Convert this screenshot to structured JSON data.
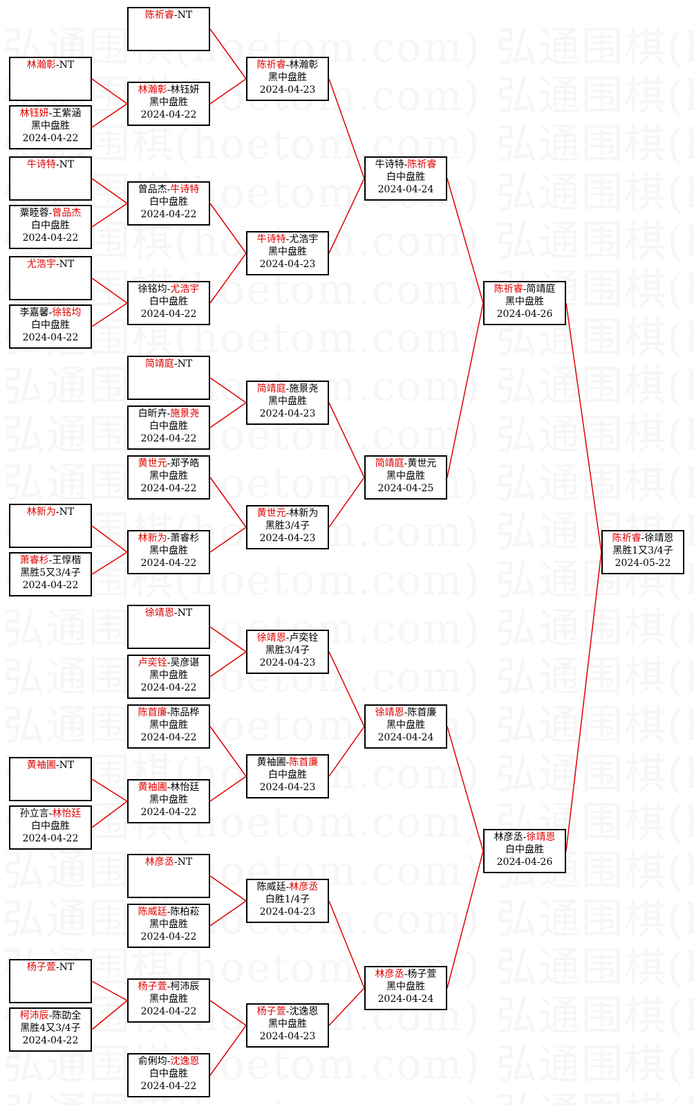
{
  "watermark": "弘通围棋(hoetom.com) 弘通围棋(hoetom.com)",
  "colors": {
    "winner": "#e00000",
    "line": "#e00000",
    "border": "#000000"
  },
  "rounds": [
    [
      {
        "id": "r1_1",
        "winner": "林瀚彰",
        "loser": "NT",
        "winner_first": true,
        "result": "",
        "date": ""
      },
      {
        "id": "r1_2",
        "winner": "林钰妍",
        "loser": "王紫涵",
        "winner_first": true,
        "result": "黑中盘胜",
        "date": "2024-04-22"
      },
      {
        "id": "r1_3",
        "winner": "牛诗特",
        "loser": "NT",
        "winner_first": true,
        "result": "",
        "date": ""
      },
      {
        "id": "r1_4",
        "winner": "曾品杰",
        "loser": "粟睦蓉",
        "winner_first": false,
        "result": "白中盘胜",
        "date": "2024-04-22"
      },
      {
        "id": "r1_5",
        "winner": "尤浩宇",
        "loser": "NT",
        "winner_first": true,
        "result": "",
        "date": ""
      },
      {
        "id": "r1_6",
        "winner": "徐铭均",
        "loser": "李嘉馨",
        "winner_first": false,
        "result": "白中盘胜",
        "date": "2024-04-22"
      },
      {
        "id": "r1_7",
        "winner": "林新为",
        "loser": "NT",
        "winner_first": true,
        "result": "",
        "date": ""
      },
      {
        "id": "r1_8",
        "winner": "萧睿杉",
        "loser": "王惇楷",
        "winner_first": true,
        "result": "黑胜5又3/4子",
        "date": "2024-04-22"
      },
      {
        "id": "r1_9",
        "winner": "黄袖圃",
        "loser": "NT",
        "winner_first": true,
        "result": "",
        "date": ""
      },
      {
        "id": "r1_10",
        "winner": "林怡廷",
        "loser": "孙立言",
        "winner_first": false,
        "result": "白中盘胜",
        "date": "2024-04-22"
      },
      {
        "id": "r1_11",
        "winner": "杨子萱",
        "loser": "NT",
        "winner_first": true,
        "result": "",
        "date": ""
      },
      {
        "id": "r1_12",
        "winner": "柯沛辰",
        "loser": "陈劭全",
        "winner_first": true,
        "result": "黑胜4又3/4子",
        "date": "2024-04-22"
      }
    ],
    [
      {
        "id": "r2_1",
        "winner": "陈祈睿",
        "loser": "NT",
        "winner_first": true,
        "result": "",
        "date": ""
      },
      {
        "id": "r2_2",
        "winner": "林瀚彰",
        "loser": "林钰妍",
        "winner_first": true,
        "result": "黑中盘胜",
        "date": "2024-04-22"
      },
      {
        "id": "r2_3",
        "winner": "牛诗特",
        "loser": "曾品杰",
        "winner_first": false,
        "result": "白中盘胜",
        "date": "2024-04-22"
      },
      {
        "id": "r2_4",
        "winner": "尤浩宇",
        "loser": "徐铭均",
        "winner_first": false,
        "result": "白中盘胜",
        "date": "2024-04-22"
      },
      {
        "id": "r2_5",
        "winner": "简靖庭",
        "loser": "NT",
        "winner_first": true,
        "result": "",
        "date": ""
      },
      {
        "id": "r2_6",
        "winner": "施景尧",
        "loser": "白昕卉",
        "winner_first": false,
        "result": "白中盘胜",
        "date": "2024-04-22"
      },
      {
        "id": "r2_7",
        "winner": "黄世元",
        "loser": "郑予皓",
        "winner_first": true,
        "result": "黑中盘胜",
        "date": "2024-04-22"
      },
      {
        "id": "r2_8",
        "winner": "林新为",
        "loser": "萧睿杉",
        "winner_first": true,
        "result": "黑中盘胜",
        "date": "2024-04-22"
      },
      {
        "id": "r2_9",
        "winner": "徐靖恩",
        "loser": "NT",
        "winner_first": true,
        "result": "",
        "date": ""
      },
      {
        "id": "r2_10",
        "winner": "卢奕铨",
        "loser": "吴彦谌",
        "winner_first": true,
        "result": "黑中盘胜",
        "date": "2024-04-22"
      },
      {
        "id": "r2_11",
        "winner": "陈首廉",
        "loser": "陈品桦",
        "winner_first": true,
        "result": "黑中盘胜",
        "date": "2024-04-22"
      },
      {
        "id": "r2_12",
        "winner": "黄袖圃",
        "loser": "林怡廷",
        "winner_first": true,
        "result": "黑中盘胜",
        "date": "2024-04-22"
      },
      {
        "id": "r2_13",
        "winner": "林彦丞",
        "loser": "NT",
        "winner_first": true,
        "result": "",
        "date": ""
      },
      {
        "id": "r2_14",
        "winner": "陈威廷",
        "loser": "陈柏菘",
        "winner_first": true,
        "result": "黑中盘胜",
        "date": "2024-04-22"
      },
      {
        "id": "r2_15",
        "winner": "杨子萱",
        "loser": "柯沛辰",
        "winner_first": true,
        "result": "黑中盘胜",
        "date": "2024-04-22"
      },
      {
        "id": "r2_16",
        "winner": "沈逸恩",
        "loser": "俞俐均",
        "winner_first": false,
        "result": "白中盘胜",
        "date": "2024-04-22"
      }
    ],
    [
      {
        "id": "r3_1",
        "winner": "陈祈睿",
        "loser": "林瀚彰",
        "winner_first": true,
        "result": "黑中盘胜",
        "date": "2024-04-23"
      },
      {
        "id": "r3_2",
        "winner": "牛诗特",
        "loser": "尤浩宇",
        "winner_first": true,
        "result": "黑中盘胜",
        "date": "2024-04-23"
      },
      {
        "id": "r3_3",
        "winner": "简靖庭",
        "loser": "施景尧",
        "winner_first": true,
        "result": "黑中盘胜",
        "date": "2024-04-23"
      },
      {
        "id": "r3_4",
        "winner": "黄世元",
        "loser": "林新为",
        "winner_first": true,
        "result": "黑胜3/4子",
        "date": "2024-04-23"
      },
      {
        "id": "r3_5",
        "winner": "徐靖恩",
        "loser": "卢奕铨",
        "winner_first": true,
        "result": "黑胜3/4子",
        "date": "2024-04-23"
      },
      {
        "id": "r3_6",
        "winner": "陈首廉",
        "loser": "黄袖圃",
        "winner_first": false,
        "result": "白中盘胜",
        "date": "2024-04-23"
      },
      {
        "id": "r3_7",
        "winner": "林彦丞",
        "loser": "陈威廷",
        "winner_first": false,
        "result": "白胜1/4子",
        "date": "2024-04-23"
      },
      {
        "id": "r3_8",
        "winner": "杨子萱",
        "loser": "沈逸恩",
        "winner_first": true,
        "result": "黑中盘胜",
        "date": "2024-04-23"
      }
    ],
    [
      {
        "id": "r4_1",
        "winner": "陈祈睿",
        "loser": "牛诗特",
        "winner_first": false,
        "result": "白中盘胜",
        "date": "2024-04-24"
      },
      {
        "id": "r4_2",
        "winner": "简靖庭",
        "loser": "黄世元",
        "winner_first": true,
        "result": "黑中盘胜",
        "date": "2024-04-25"
      },
      {
        "id": "r4_3",
        "winner": "徐靖恩",
        "loser": "陈首廉",
        "winner_first": true,
        "result": "黑中盘胜",
        "date": "2024-04-24"
      },
      {
        "id": "r4_4",
        "winner": "林彦丞",
        "loser": "杨子萱",
        "winner_first": true,
        "result": "黑中盘胜",
        "date": "2024-04-24"
      }
    ],
    [
      {
        "id": "r5_1",
        "winner": "陈祈睿",
        "loser": "简靖庭",
        "winner_first": true,
        "result": "黑中盘胜",
        "date": "2024-04-26"
      },
      {
        "id": "r5_2",
        "winner": "徐靖恩",
        "loser": "林彦丞",
        "winner_first": false,
        "result": "白中盘胜",
        "date": "2024-04-26"
      }
    ],
    [
      {
        "id": "r6_1",
        "winner": "陈祈睿",
        "loser": "徐靖恩",
        "winner_first": true,
        "result": "黑胜1又3/4子",
        "date": "2024-05-22"
      }
    ]
  ]
}
